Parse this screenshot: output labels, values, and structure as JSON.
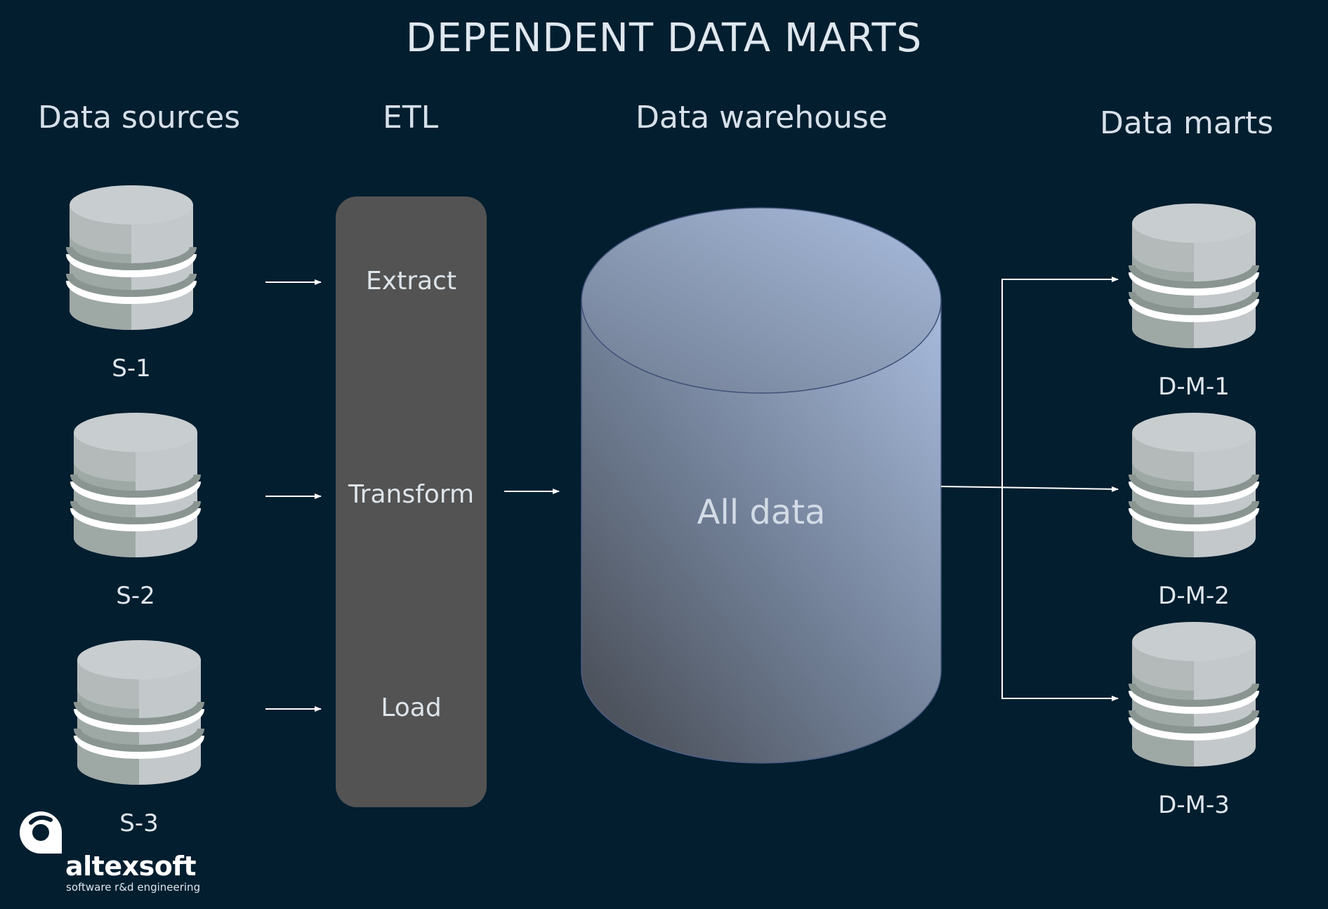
{
  "title": "DEPENDENT DATA MARTS",
  "columns": {
    "sources": "Data sources",
    "etl": "ETL",
    "warehouse": "Data warehouse",
    "marts": "Data marts"
  },
  "sources": [
    {
      "label": "S-1"
    },
    {
      "label": "S-2"
    },
    {
      "label": "S-3"
    }
  ],
  "etl_steps": [
    "Extract",
    "Transform",
    "Load"
  ],
  "warehouse": {
    "label": "All data"
  },
  "marts": [
    {
      "label": "D-M-1"
    },
    {
      "label": "D-M-2"
    },
    {
      "label": "D-M-3"
    }
  ],
  "logo": {
    "name": "altexsoft",
    "tagline": "software r&d engineering"
  },
  "icons": {
    "database": "database-icon",
    "arrow": "arrow-right-icon",
    "logo_mark": "altexsoft-logo-icon"
  },
  "colors": {
    "background": "#021e2f",
    "etl_box": "#535353",
    "db_light": "#c2c7ca",
    "db_dark": "#9aa5a2",
    "warehouse_top": "#a8bbdc",
    "warehouse_bottom": "#4a4e57",
    "text": "#d9e3ec"
  }
}
